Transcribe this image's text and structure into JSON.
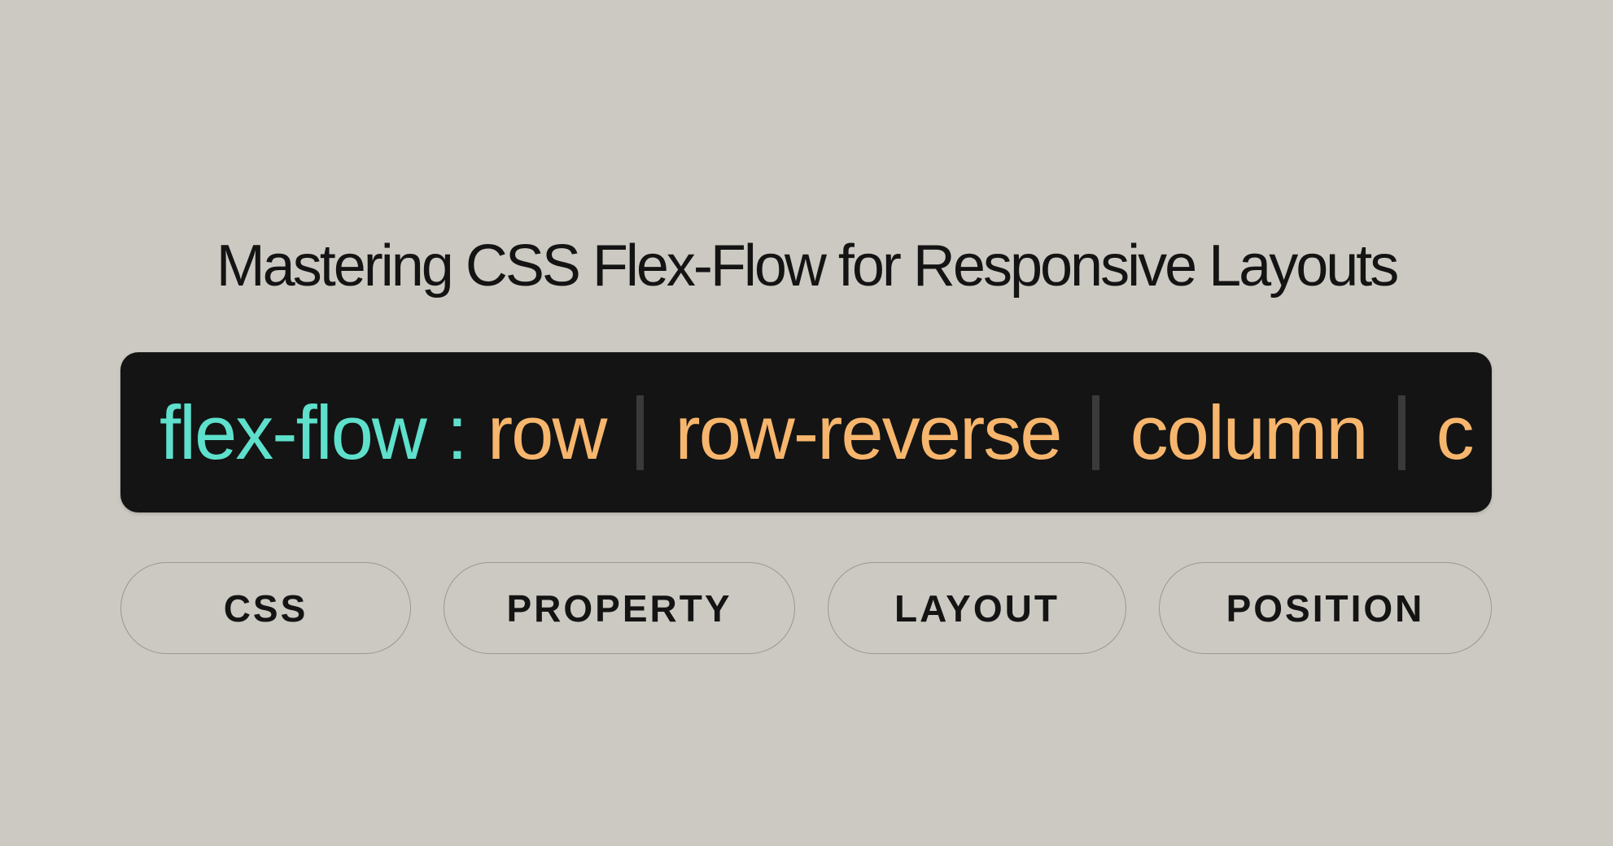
{
  "title": "Mastering CSS Flex-Flow for Responsive Layouts",
  "code": {
    "property": "flex-flow",
    "colon": ":",
    "values": [
      "row",
      "row-reverse",
      "column",
      "c"
    ]
  },
  "tags": [
    "CSS",
    "PROPERTY",
    "LAYOUT",
    "POSITION"
  ],
  "colors": {
    "background": "#cbc9c1",
    "code_background": "#141414",
    "property_color": "#5ee0cc",
    "value_color": "#f7b66d",
    "separator_color": "#3a3a3a",
    "text_color": "#141414"
  }
}
